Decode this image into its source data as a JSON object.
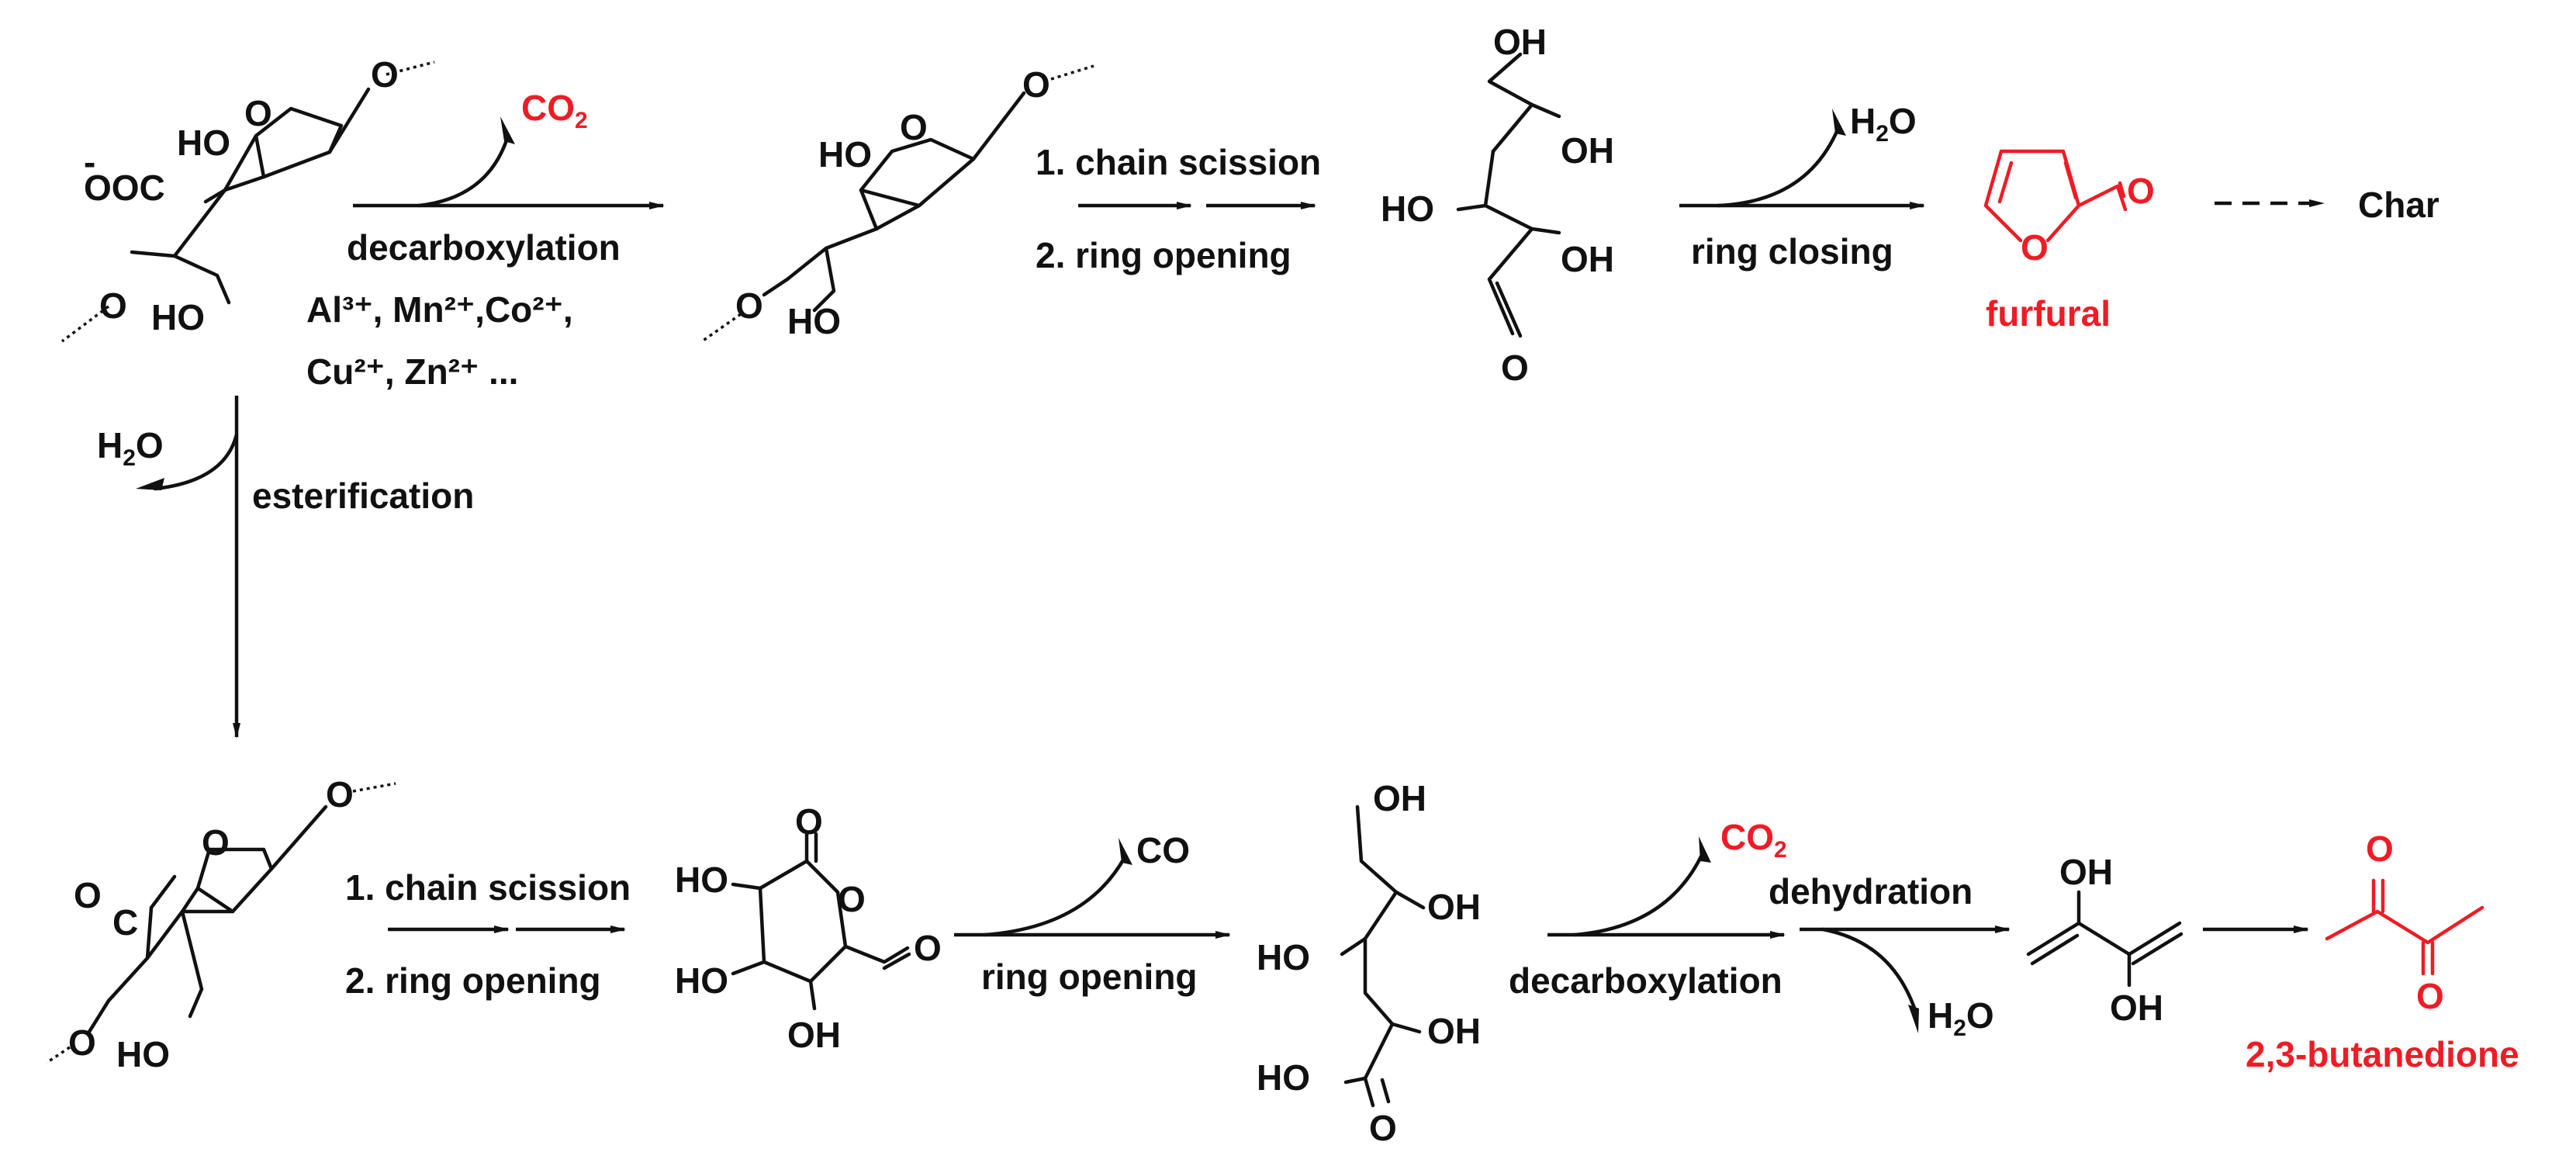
{
  "colors": {
    "product": "#ee1c25",
    "ink": "#111111",
    "background": "#ffffff"
  },
  "top_path": {
    "step1": {
      "byproduct": "CO",
      "byproduct_sub": "2",
      "label": "decarboxylation",
      "catalysts_line1": "Al³⁺, Mn²⁺,Co²⁺,",
      "catalysts_line2": "Cu²⁺, Zn²⁺ ..."
    },
    "step2": {
      "label1": "1. chain scission",
      "label2": "2. ring opening"
    },
    "step3": {
      "byproduct": "H",
      "byproduct_sub": "2",
      "byproduct_tail": "O",
      "label": "ring closing"
    },
    "product": "furfural",
    "final": "Char"
  },
  "branch": {
    "byproduct": "H",
    "byproduct_sub": "2",
    "byproduct_tail": "O",
    "label": "esterification"
  },
  "bottom_path": {
    "step1": {
      "label1": "1. chain scission",
      "label2": "2. ring opening"
    },
    "step2": {
      "byproduct": "CO",
      "label": "ring opening"
    },
    "step3": {
      "byproduct": "CO",
      "byproduct_sub": "2",
      "label": "decarboxylation"
    },
    "step4": {
      "label": "dehydration",
      "byproduct": "H",
      "byproduct_sub": "2",
      "byproduct_tail": "O"
    },
    "product": "2,3-butanedione"
  },
  "atoms": {
    "start": {
      "o_top": "O",
      "ho_top": "HO",
      "o_ring": "O",
      "coo": "OOC",
      "charge": "-",
      "o_bottom": "O",
      "ho_bottom": "HO"
    },
    "top_int": {
      "o_top": "O",
      "ho": "HO",
      "o_ring": "O",
      "o_bottom": "O",
      "ho_bottom": "HO"
    },
    "top_chain": {
      "oh1": "OH",
      "oh2": "OH",
      "ho3": "HO",
      "oh4": "OH",
      "o5": "O"
    },
    "furfural": {
      "o_ring": "O",
      "o_ald": "O"
    },
    "lactone": {
      "o_top": "O",
      "o_ring": "O",
      "o_ester": "O",
      "c": "C",
      "o_bottom": "O",
      "ho_bottom": "HO"
    },
    "lactone2": {
      "o_carbonyl": "O",
      "ho1": "HO",
      "o_ring": "O",
      "ho2": "HO",
      "oh3": "OH",
      "o_ald": "O"
    },
    "bottom_chain": {
      "oh1": "OH",
      "oh2": "OH",
      "ho3": "HO",
      "oh4": "OH",
      "ho5": "HO",
      "o6": "O"
    },
    "enediol": {
      "oh1": "OH",
      "oh2": "OH"
    },
    "butanedione": {
      "o1": "O",
      "o2": "O"
    }
  }
}
